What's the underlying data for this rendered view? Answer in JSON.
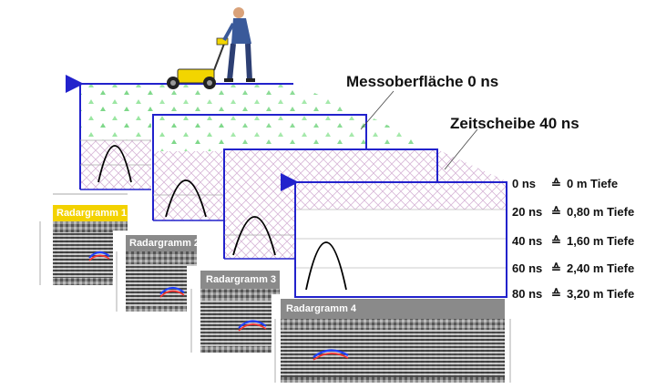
{
  "labels": {
    "surface": "Messoberfläche 0 ns",
    "timeslice": "Zeitscheibe 40 ns"
  },
  "depth_scale": [
    {
      "time": "0 ns",
      "symbol": "≙",
      "depth": "0 m Tiefe"
    },
    {
      "time": "20 ns",
      "symbol": "≙",
      "depth": "0,80 m Tiefe"
    },
    {
      "time": "40 ns",
      "symbol": "≙",
      "depth": "1,60 m Tiefe"
    },
    {
      "time": "60 ns",
      "symbol": "≙",
      "depth": "2,40 m Tiefe"
    },
    {
      "time": "80 ns",
      "symbol": "≙",
      "depth": "3,20 m Tiefe"
    }
  ],
  "radargrams": [
    {
      "title": "Radargramm 1"
    },
    {
      "title": "Radargramm 2"
    },
    {
      "title": "Radargramm 3"
    },
    {
      "title": "Radargramm 4"
    }
  ],
  "colors": {
    "frame": "#2222cc",
    "title_bar": "#8a8a8a",
    "title_bg": "#f3d200",
    "green_marks": "#7fd88a",
    "hatch": "#c9a6c9"
  },
  "icons": {
    "operator": "person-with-gpr-cart-icon",
    "arrow": "arrow-left-icon"
  }
}
